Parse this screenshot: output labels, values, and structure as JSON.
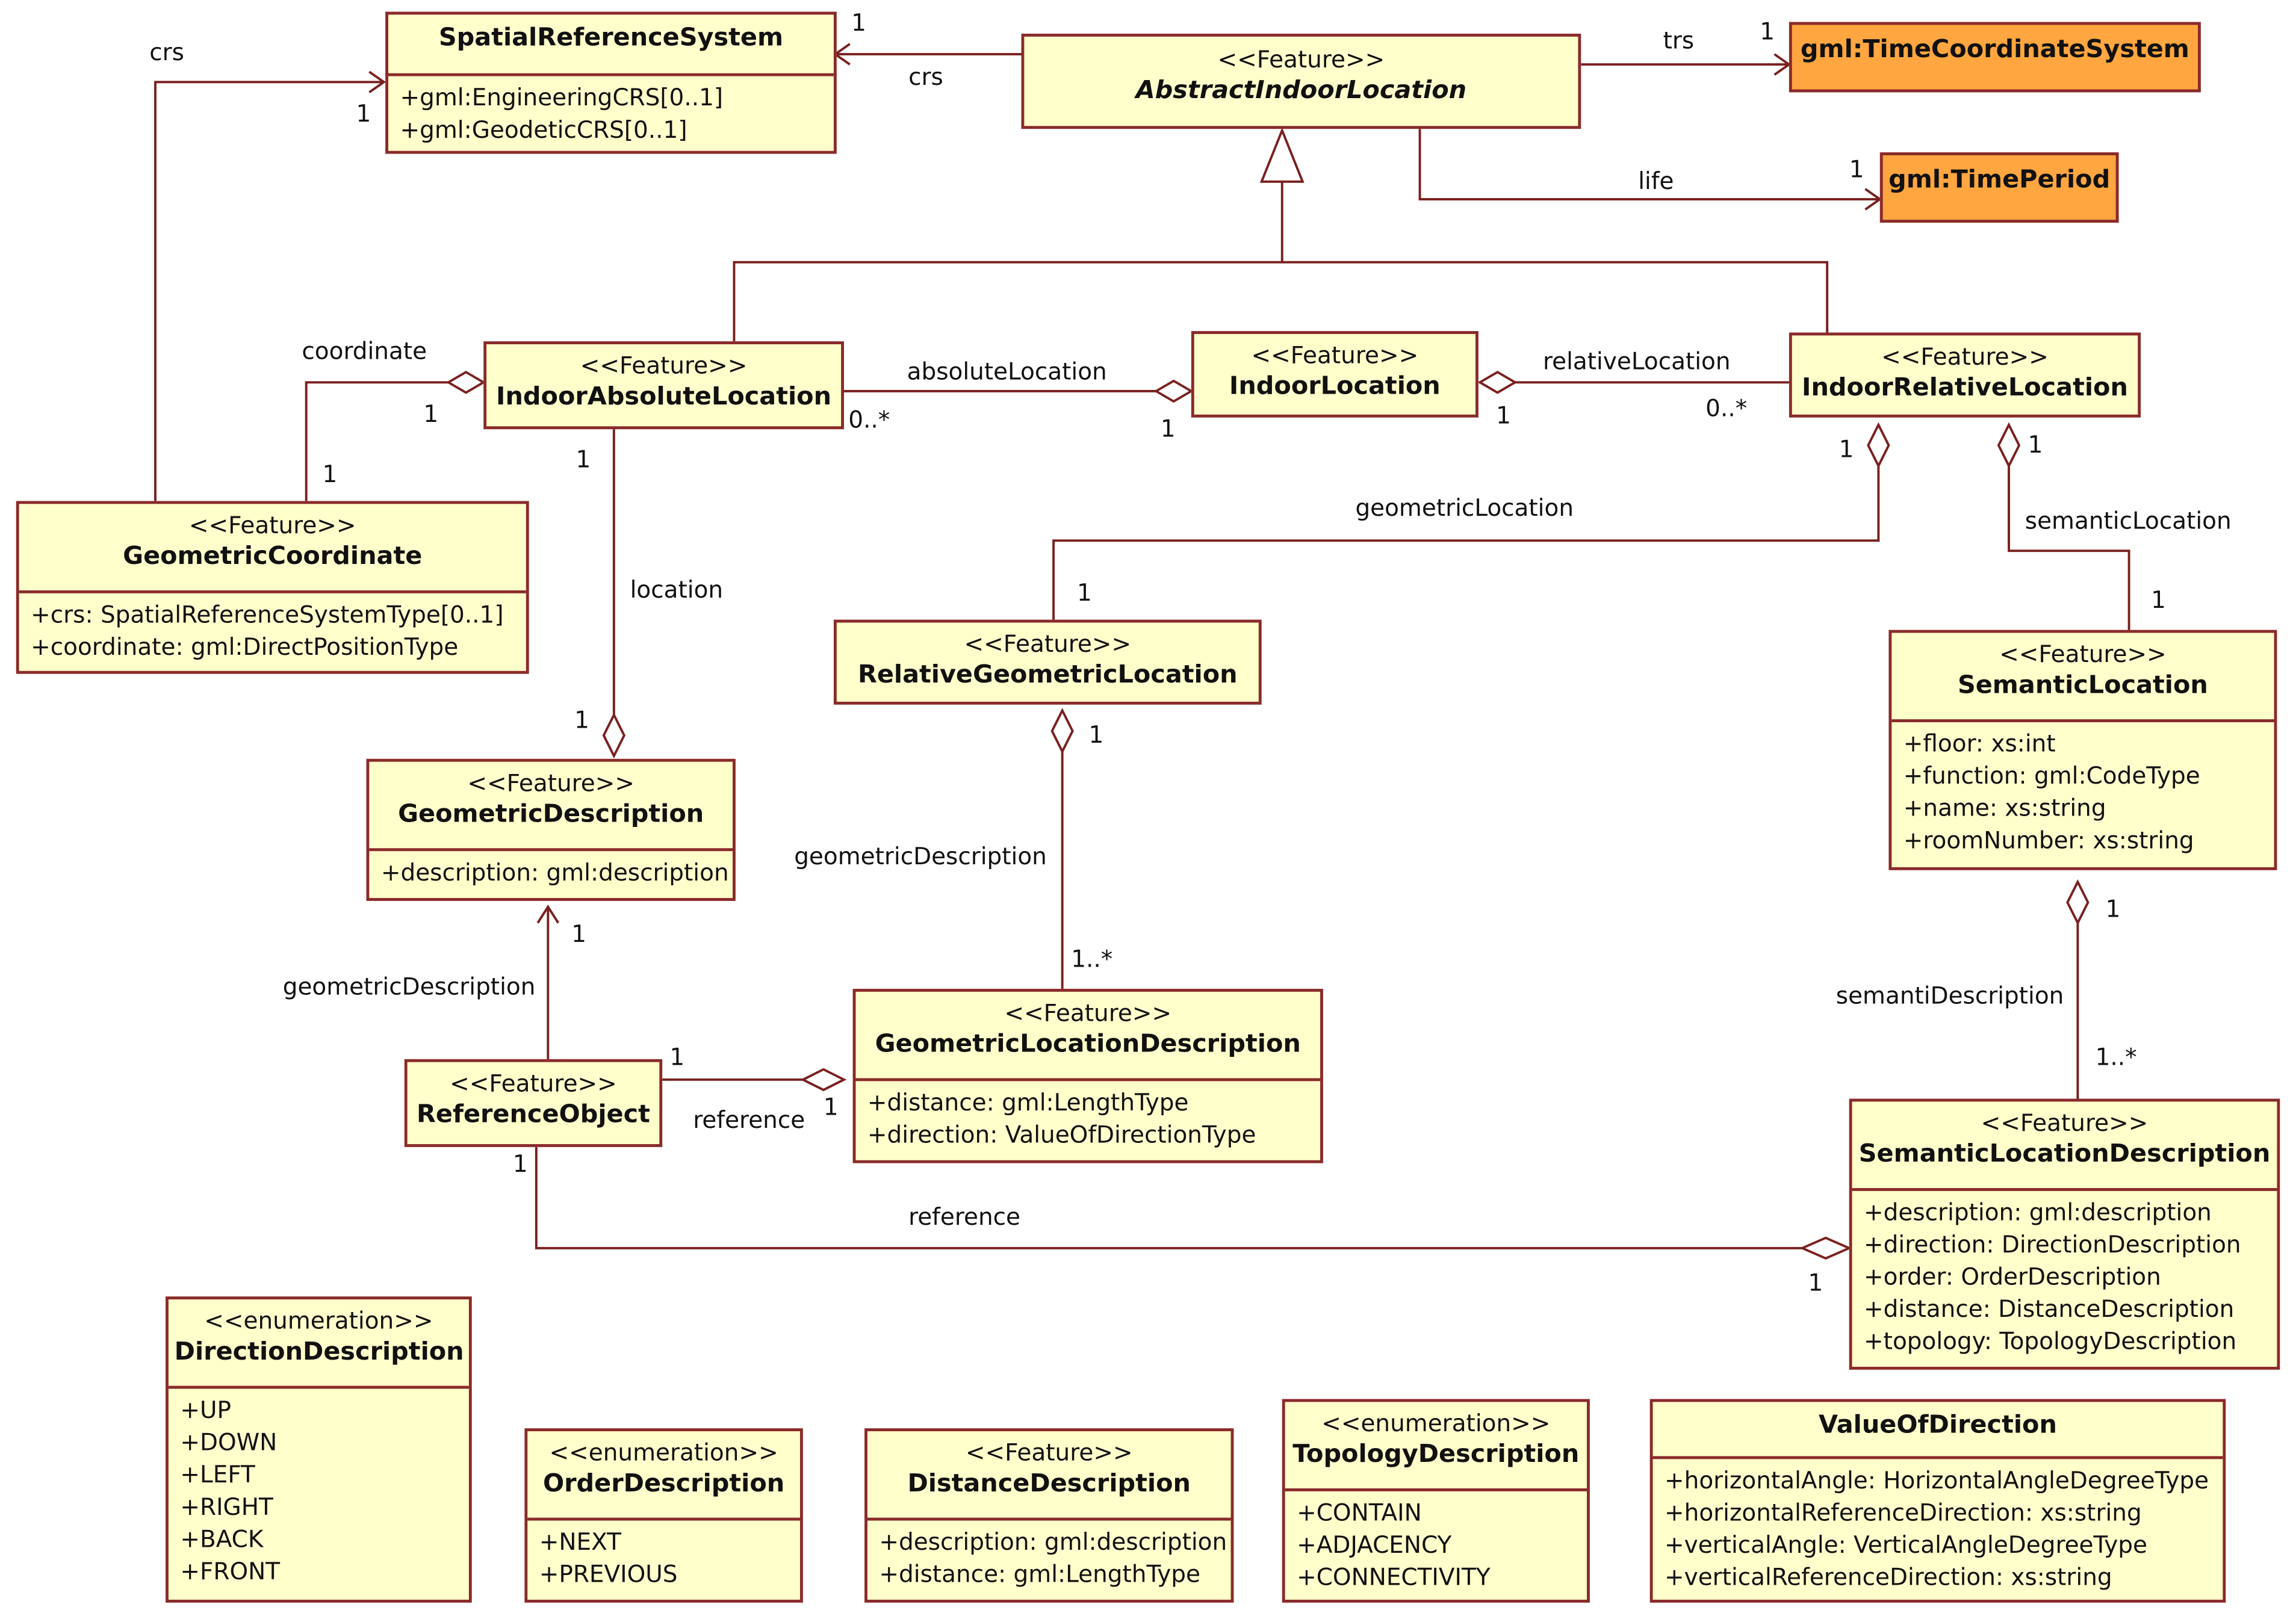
{
  "classes": {
    "srs": {
      "name": "SpatialReferenceSystem",
      "attrs": [
        "+gml:EngineeringCRS[0..1]",
        "+gml:GeodeticCRS[0..1]"
      ]
    },
    "abstract": {
      "stereotype": "<<Feature>>",
      "name": "AbstractIndoorLocation"
    },
    "timecoord": {
      "name": "gml:TimeCoordinateSystem"
    },
    "timeperiod": {
      "name": "gml:TimePeriod"
    },
    "absolute": {
      "stereotype": "<<Feature>>",
      "name": "IndoorAbsoluteLocation"
    },
    "indoor": {
      "stereotype": "<<Feature>>",
      "name": "IndoorLocation"
    },
    "relative": {
      "stereotype": "<<Feature>>",
      "name": "IndoorRelativeLocation"
    },
    "geocoord": {
      "stereotype": "<<Feature>>",
      "name": "GeometricCoordinate",
      "attrs": [
        "+crs: SpatialReferenceSystemType[0..1]",
        "+coordinate: gml:DirectPositionType"
      ]
    },
    "relgeo": {
      "stereotype": "<<Feature>>",
      "name": "RelativeGeometricLocation"
    },
    "semloc": {
      "stereotype": "<<Feature>>",
      "name": "SemanticLocation",
      "attrs": [
        "+floor: xs:int",
        "+function: gml:CodeType",
        "+name: xs:string",
        "+roomNumber: xs:string"
      ]
    },
    "geodesc": {
      "stereotype": "<<Feature>>",
      "name": "GeometricDescription",
      "attrs": [
        "+description: gml:description"
      ]
    },
    "refobj": {
      "stereotype": "<<Feature>>",
      "name": "ReferenceObject"
    },
    "geolocdesc": {
      "stereotype": "<<Feature>>",
      "name": "GeometricLocationDescription",
      "attrs": [
        "+distance: gml:LengthType",
        "+direction: ValueOfDirectionType"
      ]
    },
    "semlocdesc": {
      "stereotype": "<<Feature>>",
      "name": "SemanticLocationDescription",
      "attrs": [
        "+description: gml:description",
        "+direction: DirectionDescription",
        "+order: OrderDescription",
        "+distance: DistanceDescription",
        "+topology: TopologyDescription"
      ]
    },
    "dirdesc": {
      "stereotype": "<<enumeration>>",
      "name": "DirectionDescription",
      "attrs": [
        "+UP",
        "+DOWN",
        "+LEFT",
        "+RIGHT",
        "+BACK",
        "+FRONT"
      ]
    },
    "orderdesc": {
      "stereotype": "<<enumeration>>",
      "name": "OrderDescription",
      "attrs": [
        "+NEXT",
        "+PREVIOUS"
      ]
    },
    "distdesc": {
      "stereotype": "<<Feature>>",
      "name": "DistanceDescription",
      "attrs": [
        "+description: gml:description",
        "+distance: gml:LengthType"
      ]
    },
    "topodesc": {
      "stereotype": "<<enumeration>>",
      "name": "TopologyDescription",
      "attrs": [
        "+CONTAIN",
        "+ADJACENCY",
        "+CONNECTIVITY"
      ]
    },
    "valdir": {
      "name": "ValueOfDirection",
      "attrs": [
        "+horizontalAngle: HorizontalAngleDegreeType",
        "+horizontalReferenceDirection: xs:string",
        "+verticalAngle: VerticalAngleDegreeType",
        "+verticalReferenceDirection: xs:string"
      ]
    }
  },
  "labels": {
    "crs_left": "crs",
    "crs_left_mult": "1",
    "crs_top": "crs",
    "crs_top_mult": "1",
    "trs": "trs",
    "trs_mult": "1",
    "life": "life",
    "life_mult": "1",
    "coordinate": "coordinate",
    "coordinate_mult_a": "1",
    "coordinate_mult_b": "1",
    "absoluteLocation": "absoluteLocation",
    "absloc_mult_a": "0..*",
    "absloc_mult_b": "1",
    "relativeLocation": "relativeLocation",
    "relloc_mult_a": "1",
    "relloc_mult_b": "0..*",
    "location": "location",
    "location_mult_a": "1",
    "location_mult_b": "1",
    "geometricLocation": "geometricLocation",
    "geoloc_mult_a": "1",
    "geoloc_mult_b": "1",
    "semanticLocation": "semanticLocation",
    "semloc_mult_a": "1",
    "semloc_mult_b": "1",
    "geometricDescription_mid": "geometricDescription",
    "geodesc_mid_mult_a": "1",
    "geodesc_mid_mult_b": "1..*",
    "geometricDescription_left": "geometricDescription",
    "geodesc_left_mult": "1",
    "reference_short": "reference",
    "ref_short_mult_a": "1",
    "ref_short_mult_b": "1",
    "semantiDescription": "semantiDescription",
    "semdesc_mult_a": "1",
    "semdesc_mult_b": "1..*",
    "reference_long": "reference",
    "ref_long_mult_a": "1",
    "ref_long_mult_b": "1"
  }
}
